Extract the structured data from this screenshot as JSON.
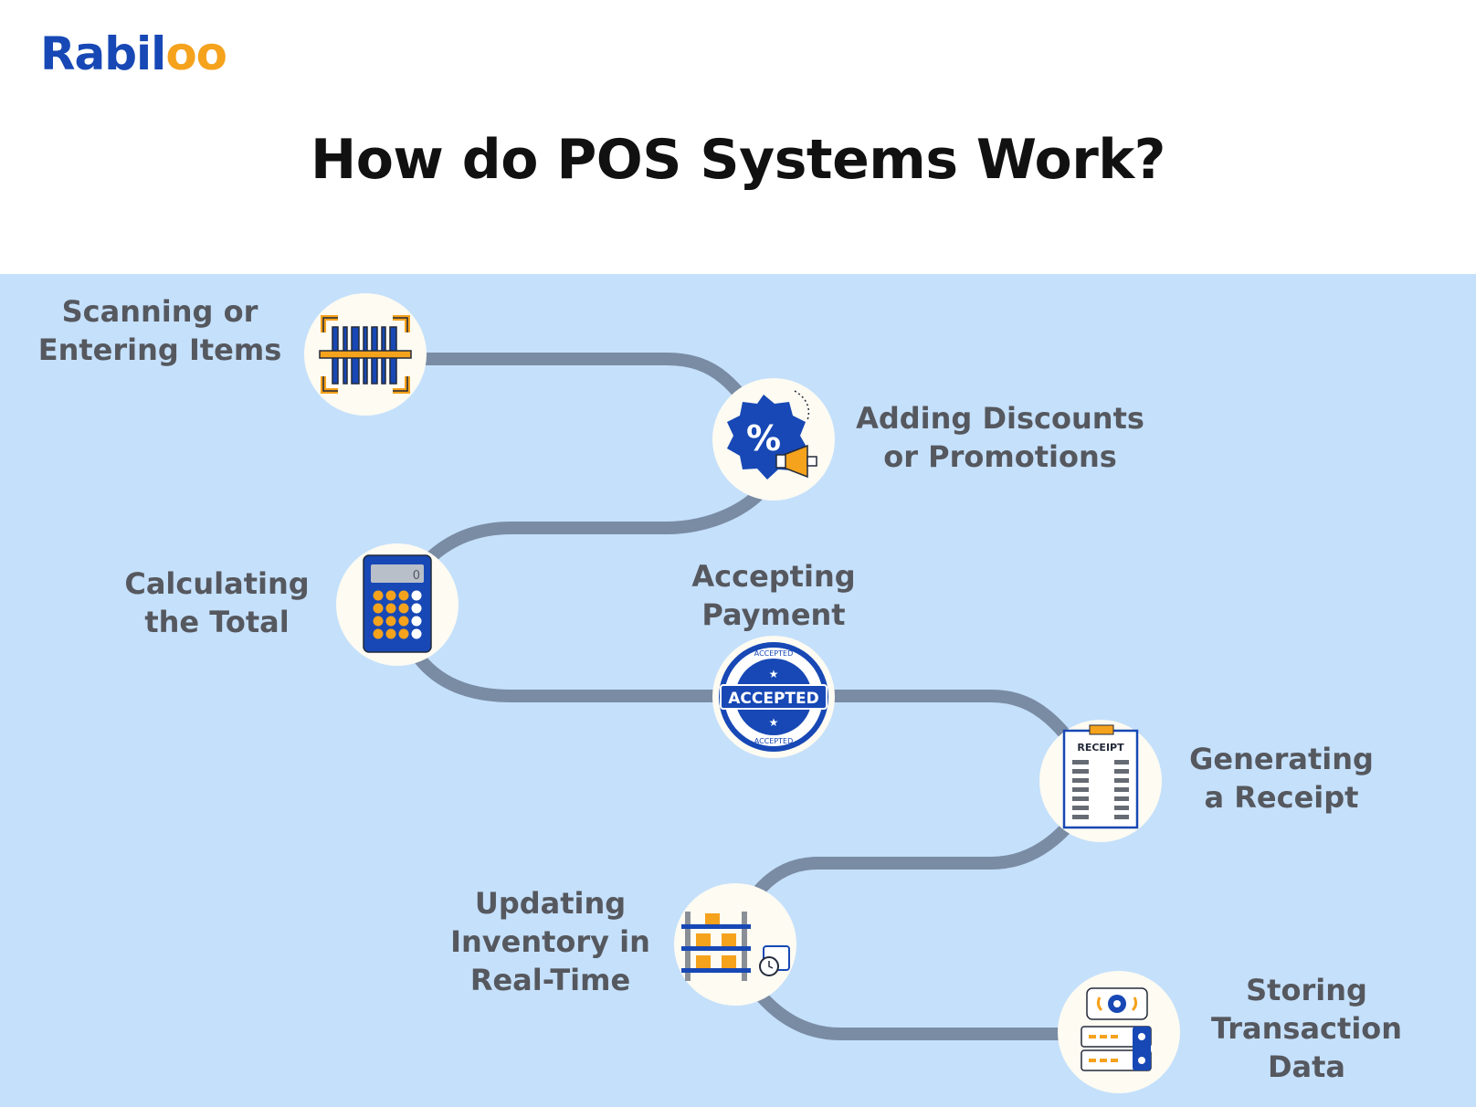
{
  "brand": {
    "name_main": "Rabil",
    "name_accent": "oo",
    "brand_color": "#1748b5",
    "accent_color": "#f5a21d"
  },
  "title": "How do POS Systems Work?",
  "colors": {
    "panel": "#c5e0fb",
    "path": "#7a8ca4",
    "node": "#fdfbf2",
    "label": "#55585e",
    "icon_blue": "#1748b5",
    "icon_orange": "#f5a21d"
  },
  "steps": [
    {
      "label": "Scanning or\nEntering Items",
      "icon": "barcode-scanner-icon"
    },
    {
      "label": "Adding Discounts\nor Promotions",
      "icon": "discount-megaphone-icon"
    },
    {
      "label": "Calculating\nthe Total",
      "icon": "calculator-icon",
      "display": "0"
    },
    {
      "label": "Accepting\nPayment",
      "icon": "accepted-stamp-icon",
      "stamp_text": "ACCEPTED",
      "stamp_ring": "ACCEPTED"
    },
    {
      "label": "Generating\na Receipt",
      "icon": "receipt-icon",
      "receipt_title": "RECEIPT"
    },
    {
      "label": "Updating\nInventory in\nReal-Time",
      "icon": "inventory-shelf-icon"
    },
    {
      "label": "Storing\nTransaction\nData",
      "icon": "server-storage-icon"
    }
  ]
}
